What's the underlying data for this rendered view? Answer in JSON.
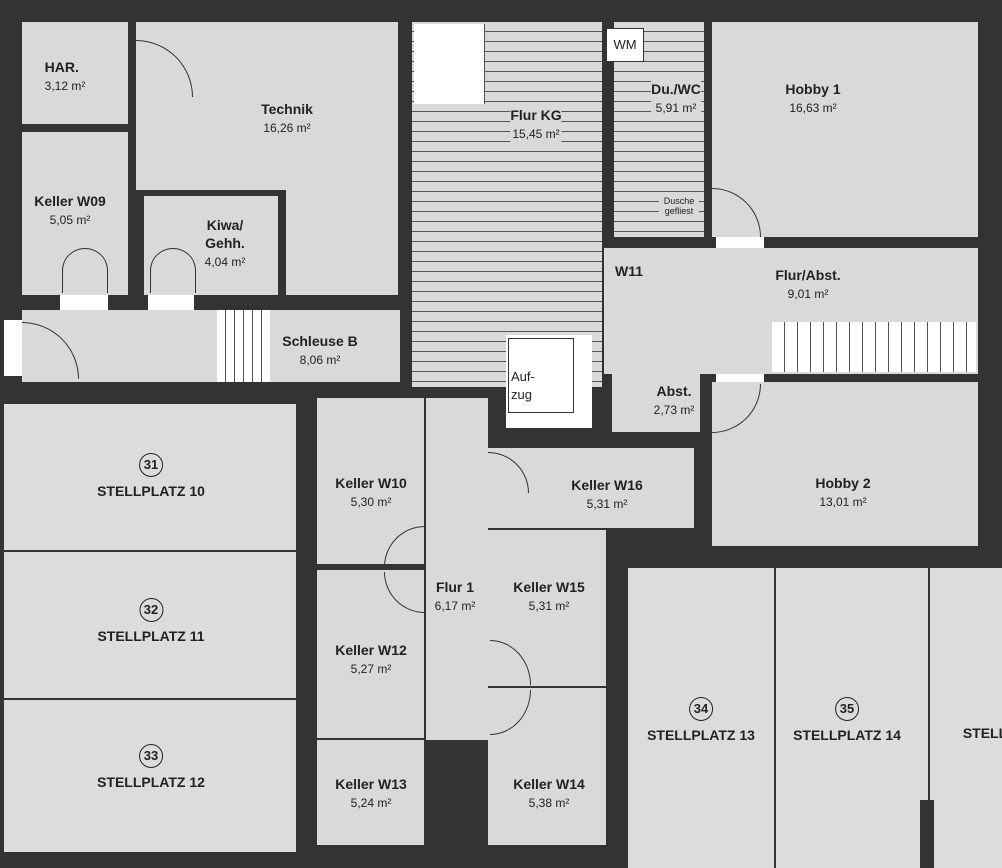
{
  "rooms": [
    {
      "name": "HAR.",
      "area": "3,12 m²"
    },
    {
      "name": "Technik",
      "area": "16,26 m²"
    },
    {
      "name": "Keller W09",
      "area": "5,05 m²"
    },
    {
      "name": "Kiwa/ Gehh.",
      "area": "4,04 m²"
    },
    {
      "name": "Schleuse B",
      "area": "8,06 m²"
    },
    {
      "name": "Flur KG",
      "area": "15,45 m²"
    },
    {
      "name": "Du./WC",
      "area": "5,91 m²"
    },
    {
      "name": "Hobby 1",
      "area": "16,63 m²"
    },
    {
      "name": "Flur/Abst.",
      "area": "9,01 m²"
    },
    {
      "name": "Abst.",
      "area": "2,73 m²"
    },
    {
      "name": "Hobby 2",
      "area": "13,01 m²"
    },
    {
      "name": "Keller W16",
      "area": "5,31 m²"
    },
    {
      "name": "Keller W10",
      "area": "5,30 m²"
    },
    {
      "name": "Flur 1",
      "area": "6,17 m²"
    },
    {
      "name": "Keller W15",
      "area": "5,31 m²"
    },
    {
      "name": "Keller W12",
      "area": "5,27 m²"
    },
    {
      "name": "Keller W13",
      "area": "5,24 m²"
    },
    {
      "name": "Keller W14",
      "area": "5,38 m²"
    }
  ],
  "labels": {
    "wm": "WM",
    "w11": "W11",
    "aufzug": "Auf- zug",
    "dusche": "Dusche gefliest"
  },
  "parking": [
    {
      "num": "31",
      "label": "STELLPLATZ 10"
    },
    {
      "num": "32",
      "label": "STELLPLATZ 11"
    },
    {
      "num": "33",
      "label": "STELLPLATZ 12"
    },
    {
      "num": "34",
      "label": "STELLPLATZ 13"
    },
    {
      "num": "35",
      "label": "STELLPLATZ 14"
    },
    {
      "num": "",
      "label": "STELL"
    }
  ]
}
